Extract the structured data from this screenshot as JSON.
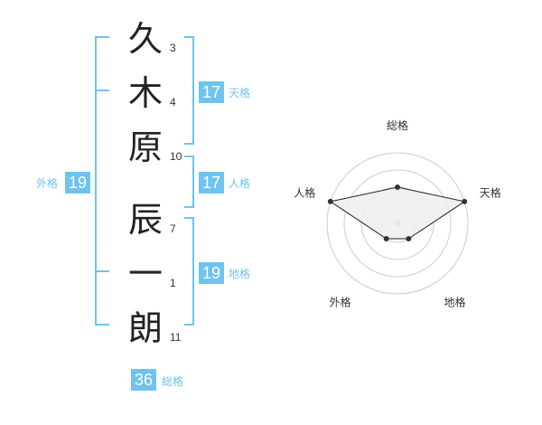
{
  "name": {
    "characters": [
      {
        "char": "久",
        "strokes": "3"
      },
      {
        "char": "木",
        "strokes": "4"
      },
      {
        "char": "原",
        "strokes": "10"
      },
      {
        "char": "辰",
        "strokes": "7"
      },
      {
        "char": "一",
        "strokes": "1"
      },
      {
        "char": "朗",
        "strokes": "11"
      }
    ]
  },
  "fortune": {
    "tenkaku": {
      "label": "天格",
      "value": "17"
    },
    "jinkaku": {
      "label": "人格",
      "value": "17"
    },
    "chikaku": {
      "label": "地格",
      "value": "19"
    },
    "gaikaku": {
      "label": "外格",
      "value": "19"
    },
    "soukaku": {
      "label": "総格",
      "value": "36"
    }
  },
  "radar": {
    "axes": [
      "総格",
      "天格",
      "地格",
      "外格",
      "人格"
    ],
    "levels": 4,
    "values": [
      2,
      4,
      1,
      1,
      4
    ],
    "max": 4
  },
  "colors": {
    "accent": "#6ec3ef",
    "text": "#222222",
    "grid": "#cccccc",
    "fill": "#eeeeee",
    "center": "#bbbbbb"
  }
}
